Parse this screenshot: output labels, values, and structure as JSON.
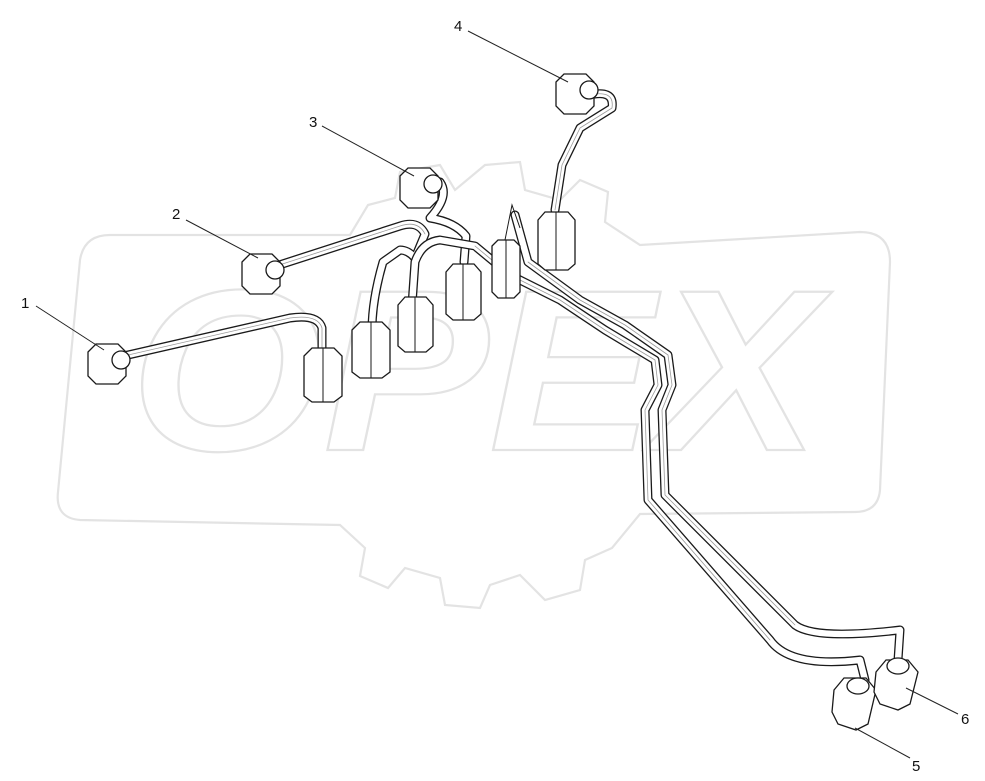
{
  "watermark": {
    "text": "OPEX"
  },
  "callouts": [
    {
      "id": "1",
      "label": "1"
    },
    {
      "id": "2",
      "label": "2"
    },
    {
      "id": "3",
      "label": "3"
    },
    {
      "id": "4",
      "label": "4"
    },
    {
      "id": "5",
      "label": "5"
    },
    {
      "id": "6",
      "label": "6"
    }
  ],
  "colors": {
    "line": "#1a1a1a",
    "watermark": "#e3e3e3",
    "background": "#ffffff"
  }
}
